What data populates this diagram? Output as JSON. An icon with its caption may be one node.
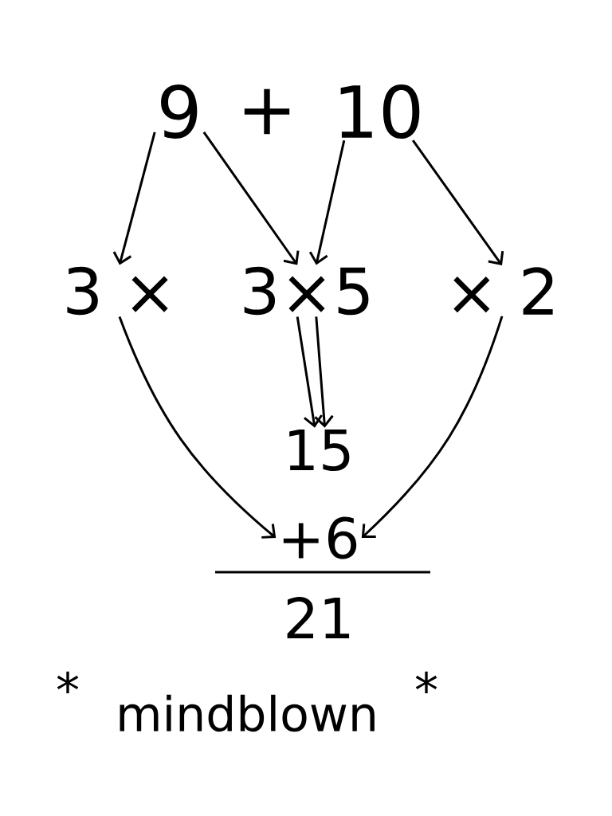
{
  "diagram": {
    "nodes": [
      {
        "text": [
          "9"
        ]
      },
      {
        "text": [
          "10"
        ]
      },
      {
        "text": [
          "3 ×"
        ]
      },
      {
        "text": [
          "3×5"
        ]
      },
      {
        "text": [
          "× 2"
        ]
      },
      {
        "text": [
          "15"
        ]
      },
      {
        "text": [
          "+6"
        ]
      },
      {
        "text": [
          "21"
        ]
      }
    ],
    "edges": [
      {
        "from": 0,
        "to": 2,
        "arrow": "to"
      },
      {
        "from": 0,
        "to": 3,
        "arrow": "to"
      },
      {
        "from": 1,
        "to": 3,
        "arrow": "to"
      },
      {
        "from": 1,
        "to": 4,
        "arrow": "to"
      },
      {
        "from": 3,
        "to": 5,
        "arrow": "to"
      },
      {
        "from": 3,
        "to": 5,
        "arrow": "to"
      },
      {
        "from": 2,
        "to": 6,
        "arrow": "to"
      },
      {
        "from": 4,
        "to": 6,
        "arrow": "to"
      }
    ],
    "labels": [
      "+",
      "*",
      "mindblown",
      "*"
    ]
  }
}
